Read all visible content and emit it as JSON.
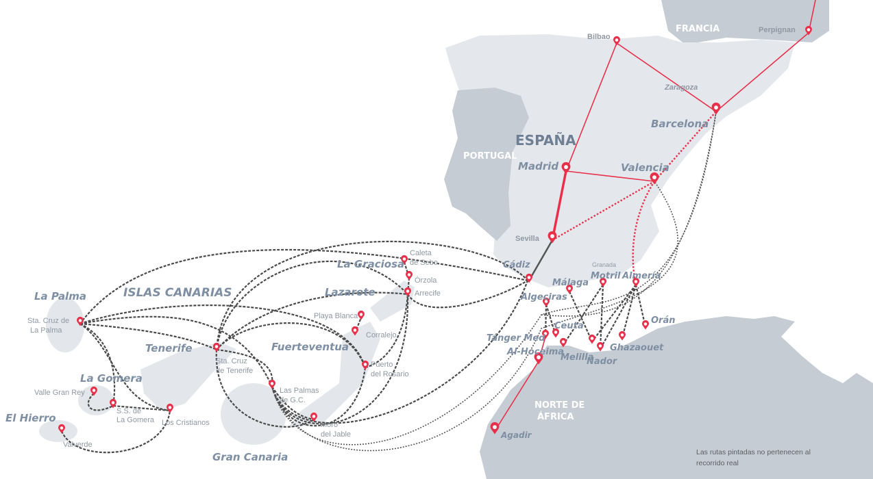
{
  "colors": {
    "route_red": "#e8304a",
    "pin": "#e8304a",
    "land_light": "#e4e8ec",
    "land_dark": "#c5ccd3",
    "label": "#7f8fa3"
  },
  "regions": {
    "spain": "ESPAÑA",
    "portugal": "PORTUGAL",
    "france": "FRANCIA",
    "canarias": "ISLAS CANARIAS",
    "africa_1": "NORTE DE",
    "africa_2": "ÁFRICA"
  },
  "islands": {
    "la_palma": "La Palma",
    "tenerife": "Tenerife",
    "la_gomera": "La Gomera",
    "el_hierro": "El Hierro",
    "gran_canaria": "Gran Canaria",
    "fuerteventura": "Fuerteventua",
    "lanzarote": "Lazarote",
    "la_graciosa": "La Graciosa"
  },
  "cities": {
    "bilbao": "Bilbao",
    "perpignan": "Perpignan",
    "zaragoza": "Zaragoza",
    "barcelona": "Barcelona",
    "madrid": "Madrid",
    "valencia": "Valencia",
    "sevilla": "Sevilla",
    "cadiz": "Cádiz",
    "granada": "Granada",
    "malaga": "Málaga",
    "motril": "Motril",
    "almeria": "Almería",
    "algeciras": "Algeciras",
    "ceuta": "Ceuta",
    "tanger": "Tánger Med",
    "al_hoceima": "Al-Hoceima",
    "melilla": "Melilla",
    "nador": "Nador",
    "ghazaouet": "Ghazaouet",
    "oran": "Orán",
    "agadir": "Agadir",
    "sc_palma_1": "Sta. Cruz de",
    "sc_palma_2": "La Palma",
    "sc_tenerife_1": "Sta. Cruz",
    "sc_tenerife_2": "de Tenerife",
    "valle_gran_rey": "Valle Gran Rey",
    "ss_gomera_1": "S.S. de",
    "ss_gomera_2": "La Gomera",
    "los_cristianos": "Los Cristianos",
    "valverde": "Valverde",
    "las_palmas_1": "Las Palmas",
    "las_palmas_2": "de G.C.",
    "morro_1": "Moro",
    "morro_2": "del Jable",
    "puerto_rosario_1": "Puerto",
    "puerto_rosario_2": "del Rosario",
    "corralejo": "Corralejo",
    "playa_blanca": "Playa Blanca",
    "arrecife": "Arrecife",
    "orzola": "Órzola",
    "caleta_1": "Caleta",
    "caleta_2": "de Sebo"
  },
  "note": {
    "line1": "Las rutas pintadas no pertenecen al",
    "line2": "recorrido real"
  }
}
